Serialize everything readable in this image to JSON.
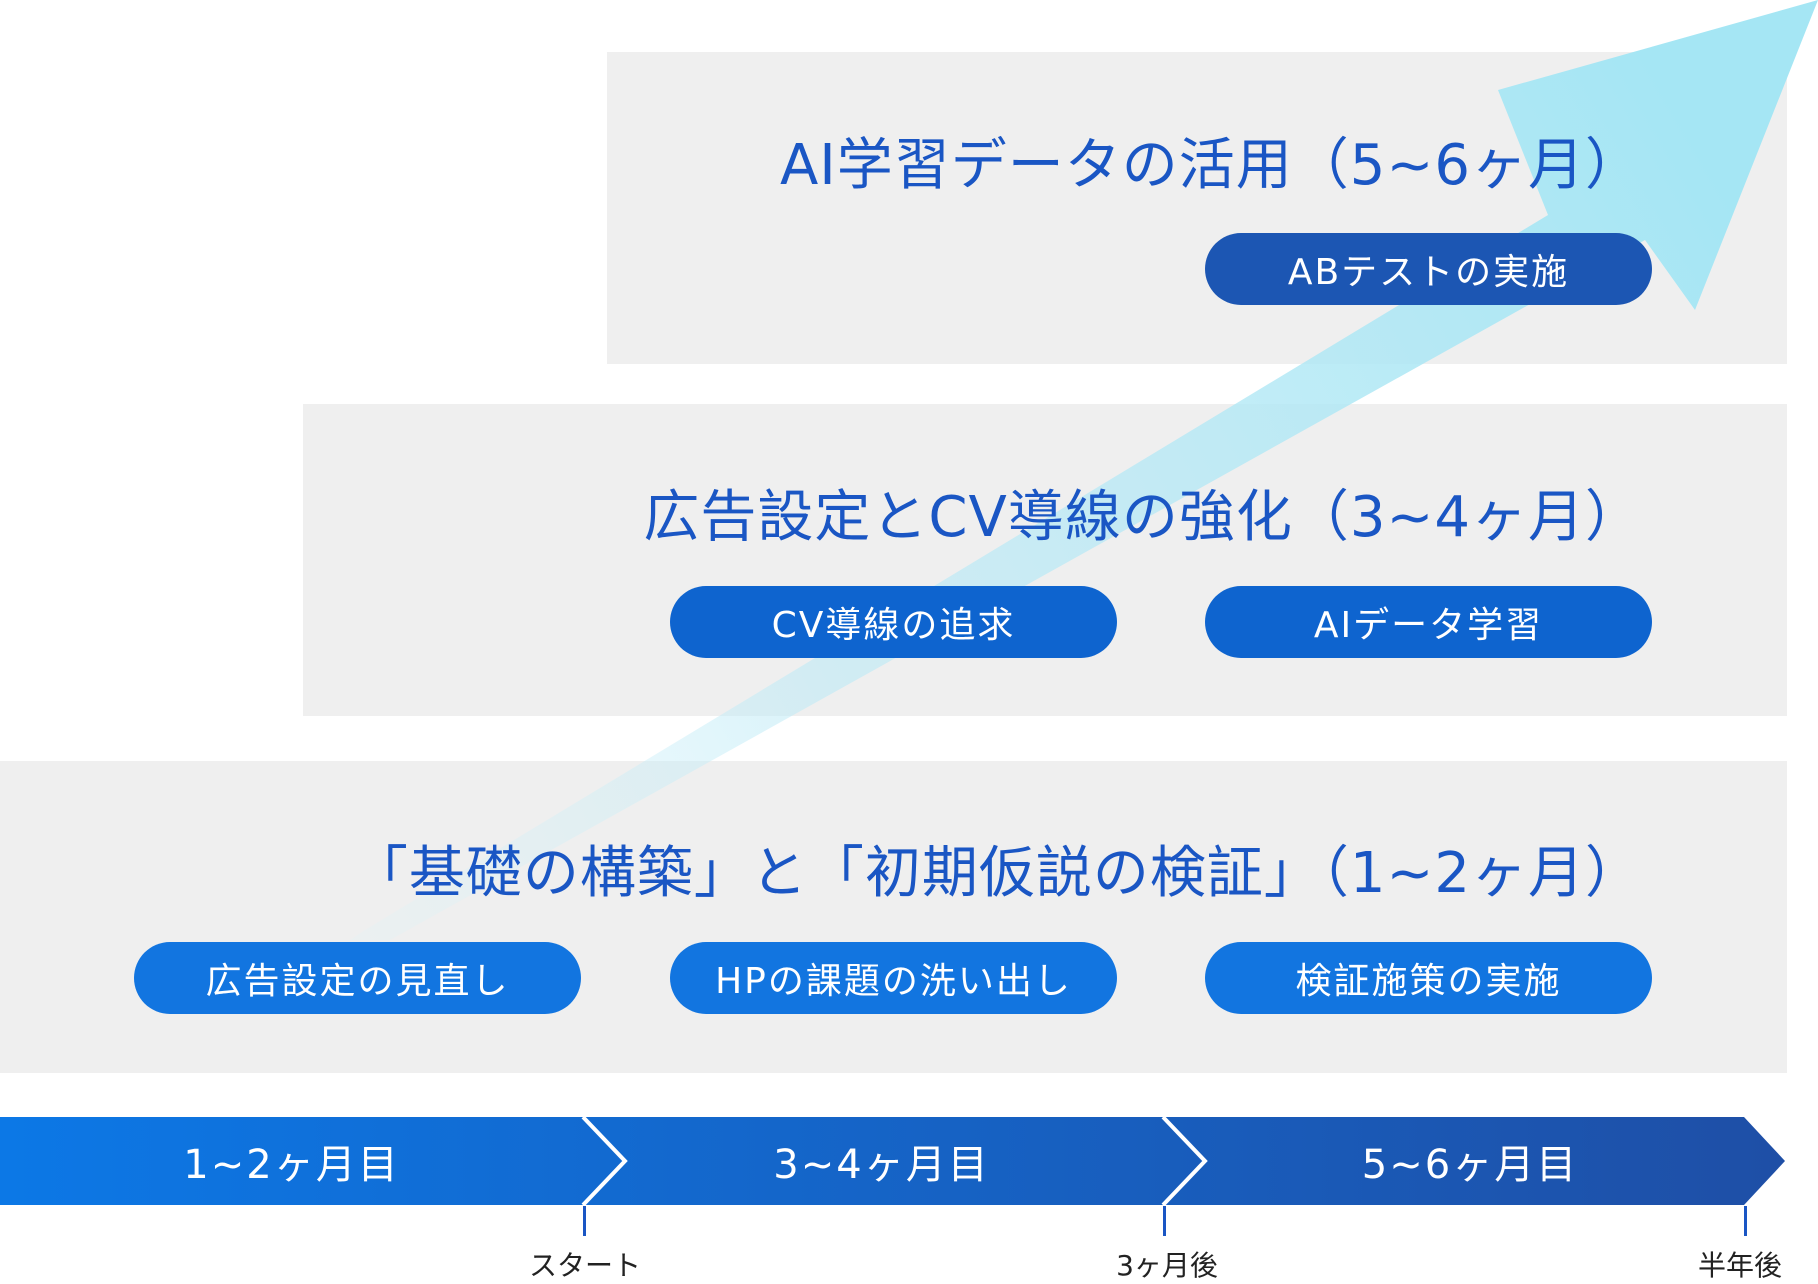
{
  "phases": {
    "phase3": {
      "title": "AI学習データの活用（5~6ヶ月）",
      "items": [
        "ABテストの実施"
      ]
    },
    "phase2": {
      "title": "広告設定とCV導線の強化（3~4ヶ月）",
      "items": [
        "CV導線の追求",
        "AIデータ学習"
      ]
    },
    "phase1": {
      "title": "「基礎の構築」と「初期仮説の検証」（1~2ヶ月）",
      "items": [
        "広告設定の見直し",
        "HPの課題の洗い出し",
        "検証施策の実施"
      ]
    }
  },
  "timeline": {
    "segments": [
      "1~2ヶ月目",
      "3~4ヶ月目",
      "5~6ヶ月目"
    ],
    "ticks": [
      "スタート",
      "3ヶ月後",
      "半年後"
    ]
  },
  "colors": {
    "panel": "#efefef",
    "title": "#1a56c4",
    "pill_dark": "#1c56b3",
    "pill_mid": "#0e64cf",
    "pill_light": "#1275e0",
    "arrow": "#a8e6f3",
    "timeline_start": "#0c78e6",
    "timeline_end": "#1f4ea5"
  }
}
